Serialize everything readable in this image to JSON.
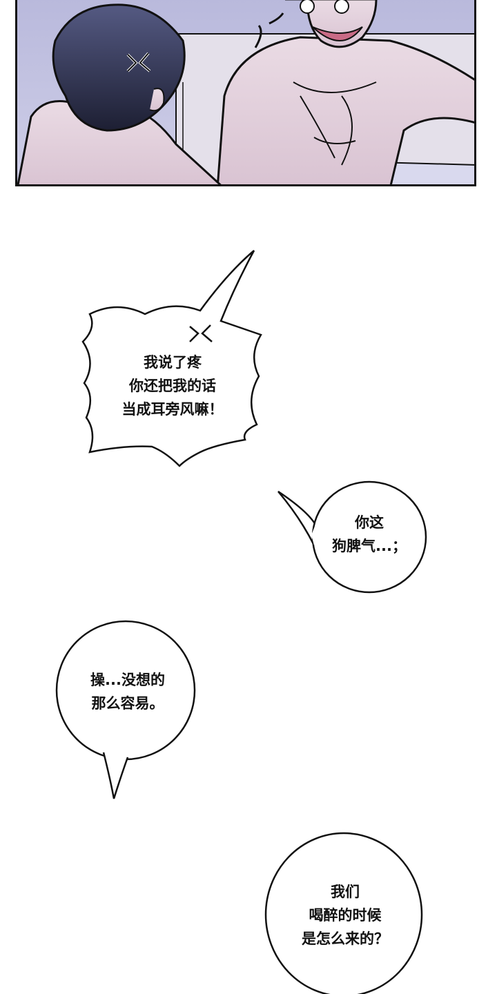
{
  "bubbles": {
    "spiky": {
      "lines": [
        "我说了疼",
        "你还把我的话",
        "当成耳旁风嘛！"
      ]
    },
    "right1": {
      "lines": [
        "你这",
        "狗脾气...；"
      ]
    },
    "left1": {
      "lines": [
        "操...没想的",
        "那么容易。"
      ]
    },
    "right2": {
      "lines": [
        "我们",
        "喝醉的时候",
        "是怎么来的？"
      ]
    }
  }
}
